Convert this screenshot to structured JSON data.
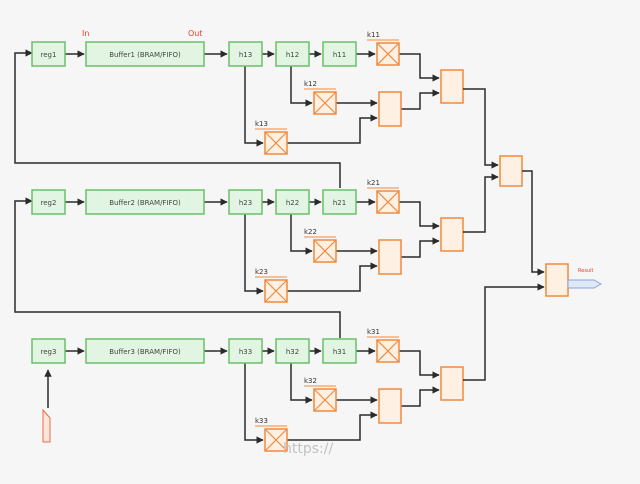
{
  "colors": {
    "background": "#f6f6f6",
    "green_fill": "#e2f5e2",
    "green_stroke": "#6abf6a",
    "orange_stroke": "#f08a3c",
    "orange_fill": "#fff0e4",
    "wire": "#2b2b2b",
    "annotation_red": "#e0402a",
    "io_blue": "#8aa6d8",
    "input_pin_red": "#e8704a"
  },
  "labels": {
    "in": "In",
    "out": "Out",
    "watermark": "https://",
    "output_pin": "Result"
  },
  "rows": [
    {
      "reg": "reg1",
      "buffer": "Buffer1 (BRAM/FIFO)",
      "stage1": "h13",
      "stage2": "h12",
      "stage3": "h11",
      "mult_a": "k11",
      "mult_b": "k12",
      "mult_c": "k13"
    },
    {
      "reg": "reg2",
      "buffer": "Buffer2 (BRAM/FIFO)",
      "stage1": "h23",
      "stage2": "h22",
      "stage3": "h21",
      "mult_a": "k21",
      "mult_b": "k22",
      "mult_c": "k23"
    },
    {
      "reg": "reg3",
      "buffer": "Buffer3 (BRAM/FIFO)",
      "stage1": "h33",
      "stage2": "h32",
      "stage3": "h31",
      "mult_a": "k31",
      "mult_b": "k32",
      "mult_c": "k33"
    }
  ]
}
